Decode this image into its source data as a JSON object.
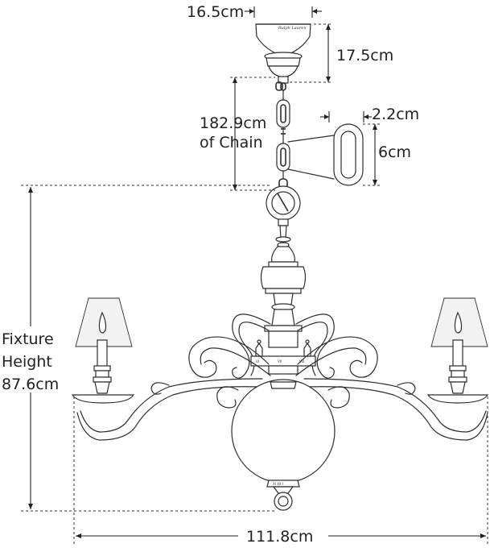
{
  "dimensions": {
    "canopy_width": "16.5cm",
    "canopy_height": "17.5cm",
    "chain_length_value": "182.9cm",
    "chain_length_suffix": "of Chain",
    "link_width": "2.2cm",
    "link_height": "6cm",
    "fixture_height_line1": "Fixture",
    "fixture_height_line2": "Height",
    "fixture_height_value": "87.6cm",
    "fixture_width": "111.8cm"
  },
  "engravings": {
    "canopy_signature": "Ralph Lauren",
    "band_marks": [
      "VI",
      "VII",
      "VIII"
    ],
    "finial_marks": "XI  XII  I"
  },
  "colors": {
    "line": "#2d2d2d",
    "text": "#231f20",
    "background": "#ffffff"
  }
}
